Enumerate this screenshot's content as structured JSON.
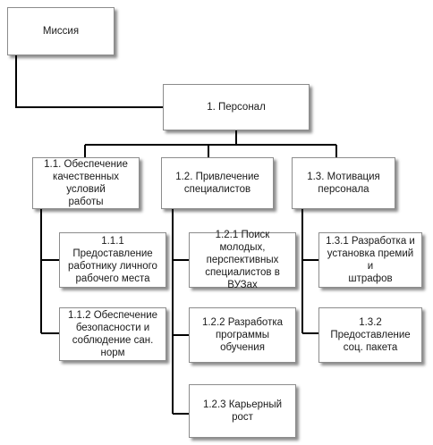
{
  "nodes": {
    "mission": "Миссия",
    "personnel": "1. Персонал",
    "n1_1": "1.1. Обеспечение\nкачественных условий\nработы",
    "n1_2": "1.2. Привлечение\nспециалистов",
    "n1_3": "1.3. Мотивация\nперсонала",
    "n1_1_1": "1.1.1 Предоставление\nработнику личного\nрабочего места",
    "n1_1_2": "1.1.2 Обеспечение\nбезопасности и\nсоблюдение сан. норм",
    "n1_2_1": "1.2.1 Поиск молодых,\nперспективных\nспециалистов в ВУЗах",
    "n1_2_2": "1.2.2 Разработка\nпрограммы обучения",
    "n1_2_3": "1.2.3 Карьерный рост",
    "n1_3_1": "1.3.1 Разработка и\nустановка премий и\nштрафов",
    "n1_3_2": "1.3.2 Предоставление\nсоц. пакета"
  }
}
